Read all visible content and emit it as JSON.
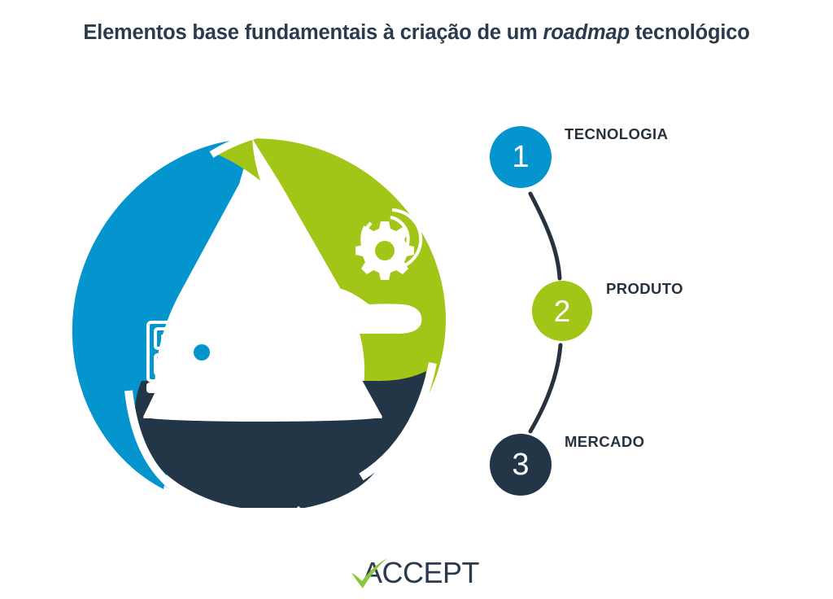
{
  "page": {
    "background_color": "#ffffff",
    "title_prefix": "Elementos base fundamentais à criação de um ",
    "title_emphasis": "roadmap",
    "title_suffix": " tecnológico"
  },
  "palette": {
    "blue": "#0495ce",
    "green": "#a2c617",
    "navy": "#233647",
    "text_dark": "#26333f",
    "title_color": "#2a3b4d",
    "white": "#ffffff"
  },
  "diagram": {
    "name": "three-segment-cycle",
    "shape": "circle-with-triangular-center",
    "segments": [
      {
        "id": "technology",
        "color": "#0495ce",
        "position": "left",
        "icon_name": "tech-device-circuit-gear-icon",
        "linked_step": "1"
      },
      {
        "id": "product",
        "color": "#a2c617",
        "position": "upper-right",
        "icon_name": "hand-holding-gear-icon",
        "linked_step": "2"
      },
      {
        "id": "market",
        "color": "#233647",
        "position": "bottom",
        "icon_name": "person-in-target-icon",
        "linked_step": "3"
      }
    ]
  },
  "steps": [
    {
      "number": "1",
      "label": "TECNOLOGIA",
      "color": "#0495ce"
    },
    {
      "number": "2",
      "label": "PRODUTO",
      "color": "#a2c617"
    },
    {
      "number": "3",
      "label": "MERCADO",
      "color": "#233647"
    }
  ],
  "logo": {
    "text": "ACCEPT",
    "mark_name": "green-check-swoosh",
    "text_color": "#2a3b4d",
    "mark_color": "#8cc63f"
  }
}
